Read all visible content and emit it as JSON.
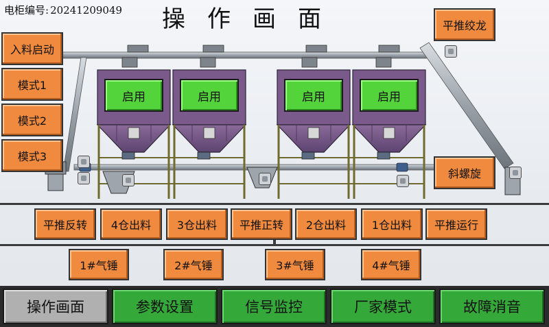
{
  "header": {
    "cabinet_label": "电柜编号:",
    "cabinet_number": "20241209049",
    "title": "操作画面"
  },
  "left_controls": {
    "feed_start": "入料启动",
    "mode1": "模式1",
    "mode2": "模式2",
    "mode3": "模式3"
  },
  "right_controls": {
    "horizontal_auger": "平推绞龙",
    "inclined_screw": "斜螺旋"
  },
  "silos": [
    {
      "label": "启用"
    },
    {
      "label": "启用"
    },
    {
      "label": "启用"
    },
    {
      "label": "启用"
    }
  ],
  "discharge_row": [
    {
      "label": "平推反转"
    },
    {
      "label": "4仓出料"
    },
    {
      "label": "3仓出料"
    },
    {
      "label": "平推正转"
    },
    {
      "label": "2仓出料"
    },
    {
      "label": "1仓出料"
    },
    {
      "label": "平推运行"
    }
  ],
  "hammer_row": [
    {
      "label": "1#气锤"
    },
    {
      "label": "2#气锤"
    },
    {
      "label": "3#气锤"
    },
    {
      "label": "4#气锤"
    }
  ],
  "nav": [
    {
      "label": "操作画面",
      "active": true
    },
    {
      "label": "参数设置",
      "active": false
    },
    {
      "label": "信号监控",
      "active": false
    },
    {
      "label": "厂家模式",
      "active": false
    },
    {
      "label": "故障消音",
      "active": false
    }
  ],
  "colors": {
    "button_orange": "#ef8a3e",
    "silo_purple": "#7a5a8a",
    "start_green": "#52d43a",
    "nav_green": "#35a83a",
    "nav_active_gray": "#b0b0b0"
  }
}
